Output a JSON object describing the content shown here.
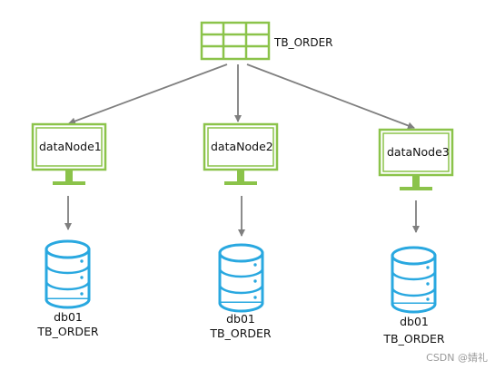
{
  "table": {
    "label": "TB_ORDER",
    "colors": {
      "stroke": "#8bc34a",
      "fill": "#ffffff"
    }
  },
  "nodes": [
    {
      "label": "dataNode1",
      "db_name": "db01",
      "db_table": "TB_ORDER"
    },
    {
      "label": "dataNode2",
      "db_name": "db01",
      "db_table": "TB_ORDER"
    },
    {
      "label": "dataNode3",
      "db_name": "db01",
      "db_table": "TB_ORDER"
    }
  ],
  "watermark": "CSDN @婧礼",
  "colors": {
    "monitor": "#8bc34a",
    "database": "#29a8e0",
    "arrow": "#7f7f7f",
    "text": "#111111"
  },
  "icons": {
    "table": "table-grid-icon",
    "node": "monitor-icon",
    "db": "database-cylinder-icon"
  }
}
